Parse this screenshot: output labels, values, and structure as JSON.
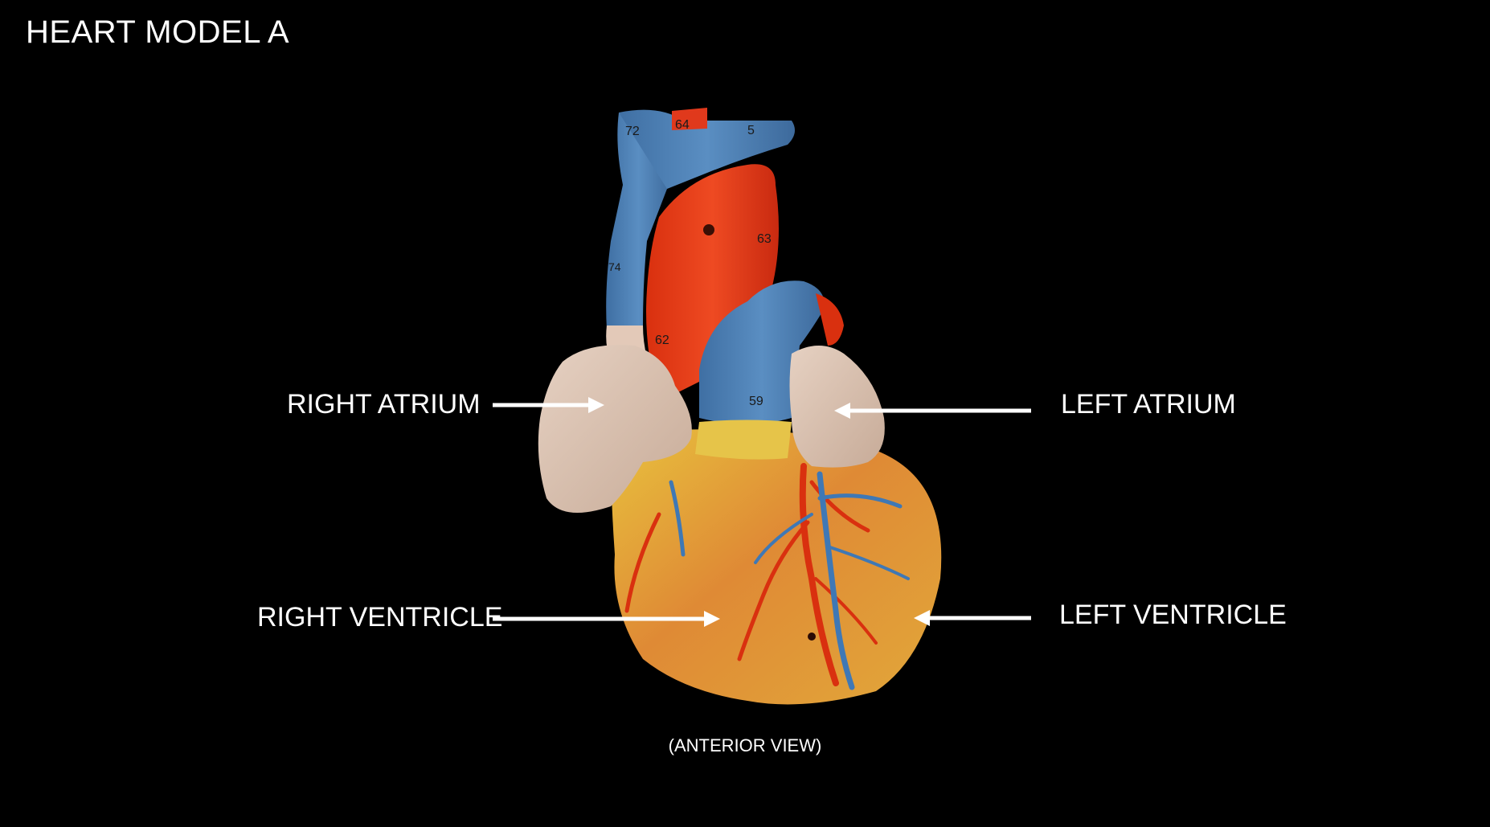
{
  "slide": {
    "title": "HEART MODEL A",
    "caption": "(ANTERIOR VIEW)"
  },
  "labels": {
    "right_atrium": "RIGHT ATRIUM",
    "left_atrium": "LEFT ATRIUM",
    "right_ventricle": "RIGHT VENTRICLE",
    "left_ventricle": "LEFT VENTRICLE"
  },
  "model_numbers": {
    "n72": "72",
    "n64": "64",
    "n63": "63",
    "n62": "62",
    "n59": "59",
    "n74": "74",
    "n5": "5"
  },
  "colors": {
    "background": "#000000",
    "text": "#ffffff",
    "vein_blue": "#4a7fb4",
    "aorta_red": "#e0391c",
    "atrium_tan": "#d9c2b2",
    "ventricle_yellow": "#e6b33c",
    "ventricle_orange": "#d9722e"
  }
}
